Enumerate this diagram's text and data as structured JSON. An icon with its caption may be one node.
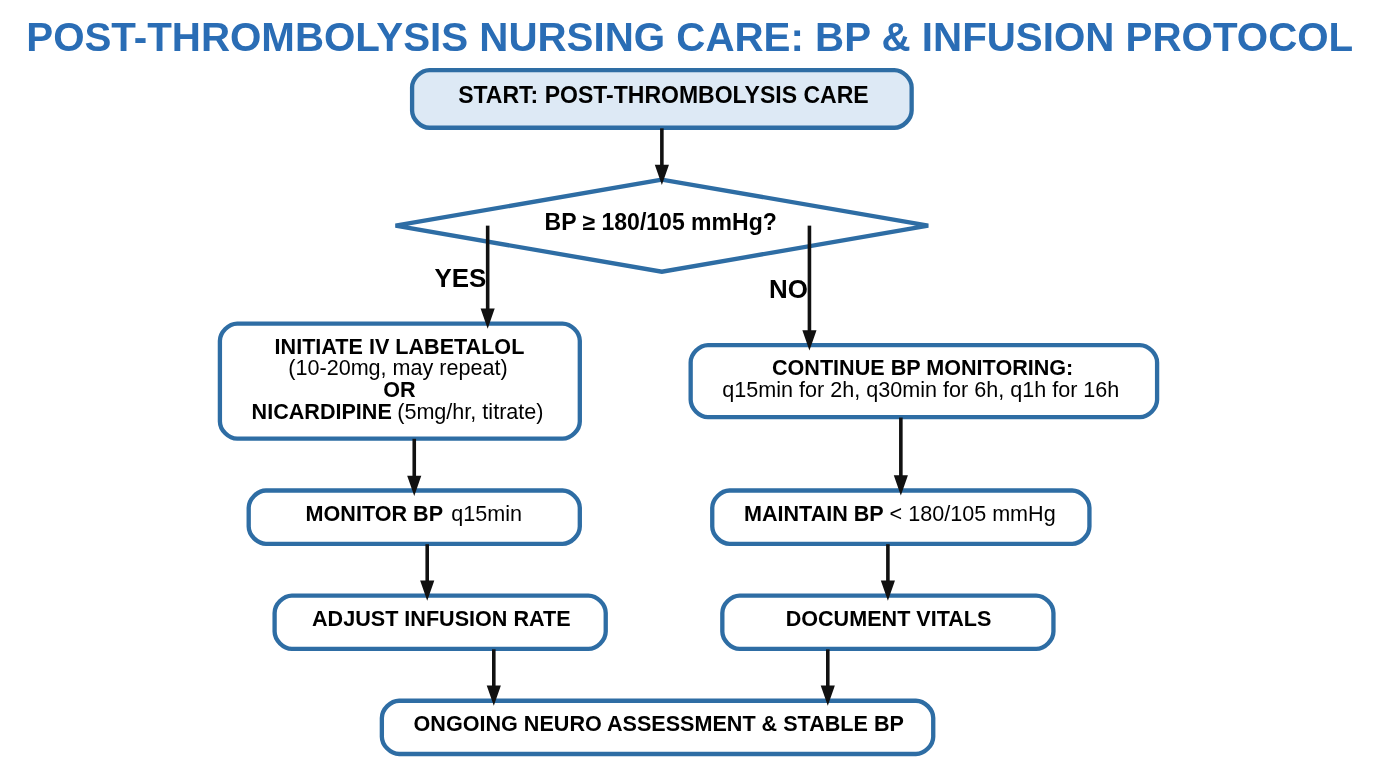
{
  "diagram": {
    "title": "POST-THROMBOLYSIS NURSING CARE: BP & INFUSION PROTOCOL",
    "nodes": [
      {
        "text": [
          "START: POST-THROMBOLYSIS CARE"
        ]
      },
      {
        "text": [
          "BP ≥ 180/105 mmHg?"
        ]
      },
      {
        "text": [
          "INITIATE IV LABETALOL",
          "(10-20mg, may repeat)",
          "OR",
          "**NICARDIPINE** (5mg/hr, titrate)"
        ]
      },
      {
        "text": [
          "**MONITOR BP** q15min"
        ]
      },
      {
        "text": [
          "ADJUST INFUSION RATE"
        ]
      },
      {
        "text": [
          "CONTINUE BP MONITORING:",
          "q15min for 2h, q30min for 6h, q1h for 16h"
        ]
      },
      {
        "text": [
          "**MAINTAIN BP** < 180/105 mmHg"
        ]
      },
      {
        "text": [
          "DOCUMENT VITALS"
        ]
      },
      {
        "text": [
          "ONGOING NEURO ASSESSMENT & STABLE BP"
        ]
      }
    ],
    "edges": [
      {
        "from": 0,
        "to": 1,
        "arrow": "to"
      },
      {
        "from": 1,
        "to": 2,
        "arrow": "to",
        "label": "YES"
      },
      {
        "from": 1,
        "to": 5,
        "arrow": "to",
        "label": "NO"
      },
      {
        "from": 2,
        "to": 3,
        "arrow": "to"
      },
      {
        "from": 3,
        "to": 4,
        "arrow": "to"
      },
      {
        "from": 4,
        "to": 8,
        "arrow": "to"
      },
      {
        "from": 5,
        "to": 6,
        "arrow": "to"
      },
      {
        "from": 6,
        "to": 7,
        "arrow": "to"
      },
      {
        "from": 7,
        "to": 8,
        "arrow": "to"
      }
    ]
  }
}
